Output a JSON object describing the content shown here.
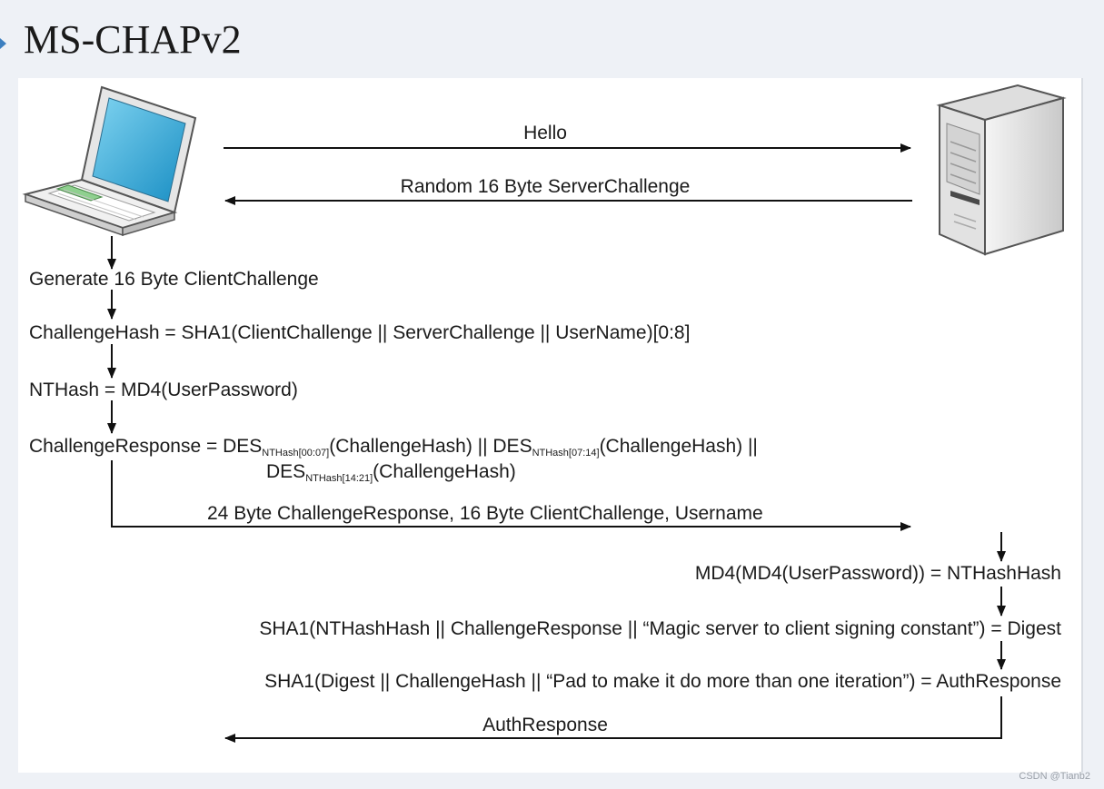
{
  "slide": {
    "title": "MS-CHAPv2"
  },
  "diagram": {
    "hello": "Hello",
    "server_challenge": "Random 16 Byte ServerChallenge",
    "client_challenge": "Generate 16 Byte ClientChallenge",
    "challenge_hash": "ChallengeHash = SHA1(ClientChallenge || ServerChallenge || UserName)[0:8]",
    "nt_hash": "NTHash = MD4(UserPassword)",
    "challenge_response": {
      "prefix": "ChallengeResponse = DES",
      "sub1": "NTHash[00:07]",
      "mid1": "(ChallengeHash) || DES",
      "sub2": "NTHash[07:14]",
      "mid2": "(ChallengeHash) ||",
      "line2_prefix": "DES",
      "sub3": "NTHash[14:21]",
      "line2_suffix": "(ChallengeHash)"
    },
    "client_message": "24 Byte ChallengeResponse, 16 Byte ClientChallenge, Username",
    "nt_hash_hash": "MD4(MD4(UserPassword)) = NTHashHash",
    "digest": "SHA1(NTHashHash || ChallengeResponse || “Magic server to client signing constant”) = Digest",
    "auth_response_calc": "SHA1(Digest || ChallengeHash || “Pad to make it do more than one iteration”) = AuthResponse",
    "auth_response": "AuthResponse"
  },
  "watermark": "CSDN @Tianb2"
}
